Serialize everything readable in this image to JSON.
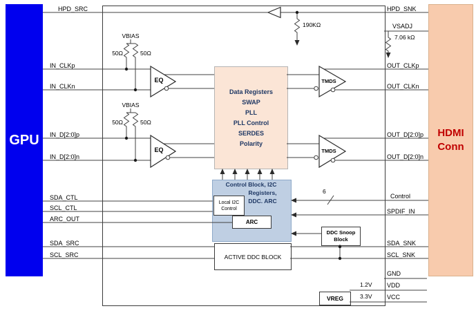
{
  "blocks": {
    "gpu_label": "GPU",
    "hdmi_label_line1": "HDMI",
    "hdmi_label_line2": "Conn",
    "eq_clock_label": "EQ",
    "eq_data_label": "EQ",
    "tmds_clock_label": "TMDS",
    "tmds_data_label": "TMDS",
    "data_registers_lines": [
      "Data Registers",
      "SWAP",
      "PLL",
      "PLL Control",
      "SERDES",
      "Polarity"
    ],
    "control_block_lines": [
      "Control Block, I2C",
      "Registers,",
      "DDC. ARC"
    ],
    "local_i2c_lines": [
      "Local I2C",
      "Control"
    ],
    "arc_label": "ARC",
    "ddc_snoop_lines": [
      "DDC Snoop",
      "Block"
    ],
    "active_ddc_label": "ACTIVE DDC BLOCK",
    "vreg_label": "VREG"
  },
  "left_pins": [
    "HPD_SRC",
    "IN_CLKp",
    "IN_CLKn",
    "IN_D[2:0]p",
    "IN_D[2:0]n",
    "SDA_CTL",
    "SCL_CTL",
    "ARC_OUT",
    "SDA_SRC",
    "SCL_SRC"
  ],
  "right_pins": [
    "HPD_SNK",
    "VSADJ",
    "OUT_CLKp",
    "OUT_CLKn",
    "OUT_D[2:0]p",
    "OUT_D[2:0]n",
    "Control",
    "SPDIF_IN",
    "SDA_SNK",
    "SCL_SNK",
    "GND",
    "VDD",
    "VCC"
  ],
  "annotations": {
    "pullup_resistor": "190KΩ",
    "vsadj_resistor": "7.06 kΩ",
    "vbias_clock": "VBIAS",
    "vbias_data": "VBIAS",
    "r50_clock_left": "50Ω",
    "r50_clock_right": "50Ω",
    "r50_data_left": "50Ω",
    "r50_data_right": "50Ω",
    "control_bus_width": "6",
    "vreg_out_voltage": "1.2V",
    "vreg_in_voltage": "3.3V"
  },
  "colors": {
    "gpu_fill": "#0000ee",
    "hdmi_fill": "#f8cbad",
    "hdmi_text": "#c00000",
    "data_block_fill": "#fbe5d6",
    "control_block_fill": "#bfcfe3",
    "block_text": "#1f3864",
    "wire": "#404040"
  }
}
